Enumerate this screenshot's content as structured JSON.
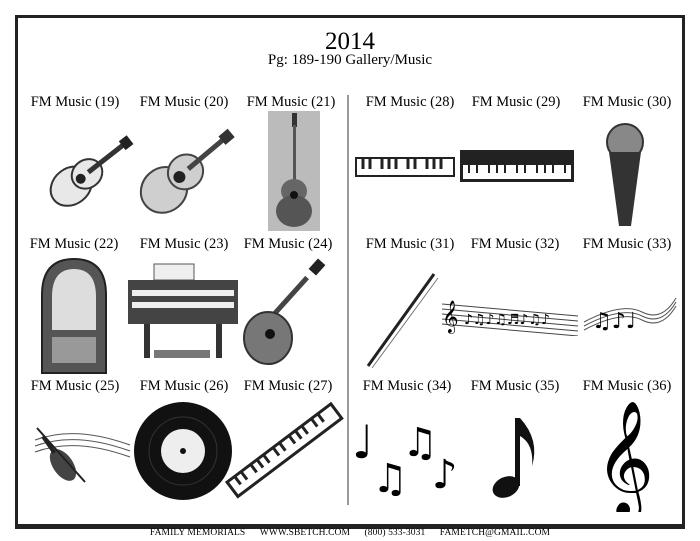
{
  "header": {
    "year": "2014",
    "subtitle": "Pg: 189-190 Gallery/Music"
  },
  "items": [
    {
      "label": "FM Music (19)",
      "image": "acoustic-electric-guitar"
    },
    {
      "label": "FM Music (20)",
      "image": "acoustic-guitar"
    },
    {
      "label": "FM Music (21)",
      "image": "guitar-photo"
    },
    {
      "label": "FM Music (22)",
      "image": "jukebox"
    },
    {
      "label": "FM Music (23)",
      "image": "organ"
    },
    {
      "label": "FM Music (24)",
      "image": "mandolin"
    },
    {
      "label": "FM Music (25)",
      "image": "violin-with-notes"
    },
    {
      "label": "FM Music (26)",
      "image": "vinyl-record"
    },
    {
      "label": "FM Music (27)",
      "image": "keyboard-diagonal"
    },
    {
      "label": "FM Music (28)",
      "image": "keyboard"
    },
    {
      "label": "FM Music (29)",
      "image": "digital-piano"
    },
    {
      "label": "FM Music (30)",
      "image": "microphone"
    },
    {
      "label": "FM Music (31)",
      "image": "violin-bow"
    },
    {
      "label": "FM Music (32)",
      "image": "music-staff"
    },
    {
      "label": "FM Music (33)",
      "image": "wavy-staff-notes"
    },
    {
      "label": "FM Music (34)",
      "image": "music-notes"
    },
    {
      "label": "FM Music (35)",
      "image": "eighth-note"
    },
    {
      "label": "FM Music (36)",
      "image": "treble-clef"
    }
  ],
  "footer": {
    "company": "FAMILY MEMORIALS",
    "website": "WWW.SBETCH.COM",
    "phone": "(800) 533-3031",
    "email": "FAMETCH@GMAIL.COM"
  }
}
